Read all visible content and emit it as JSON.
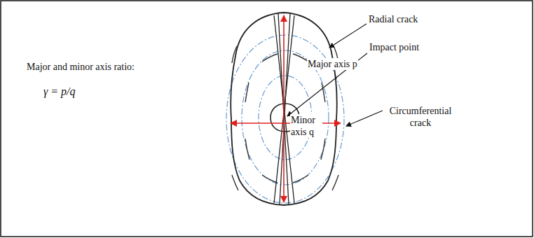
{
  "diagram": {
    "labels": [
      "Major and minor axis ratio:",
      "γ = p/q",
      "Radial crack",
      "Impact point",
      "Major axis p",
      "Minor axis q",
      "Circumferential crack"
    ]
  }
}
